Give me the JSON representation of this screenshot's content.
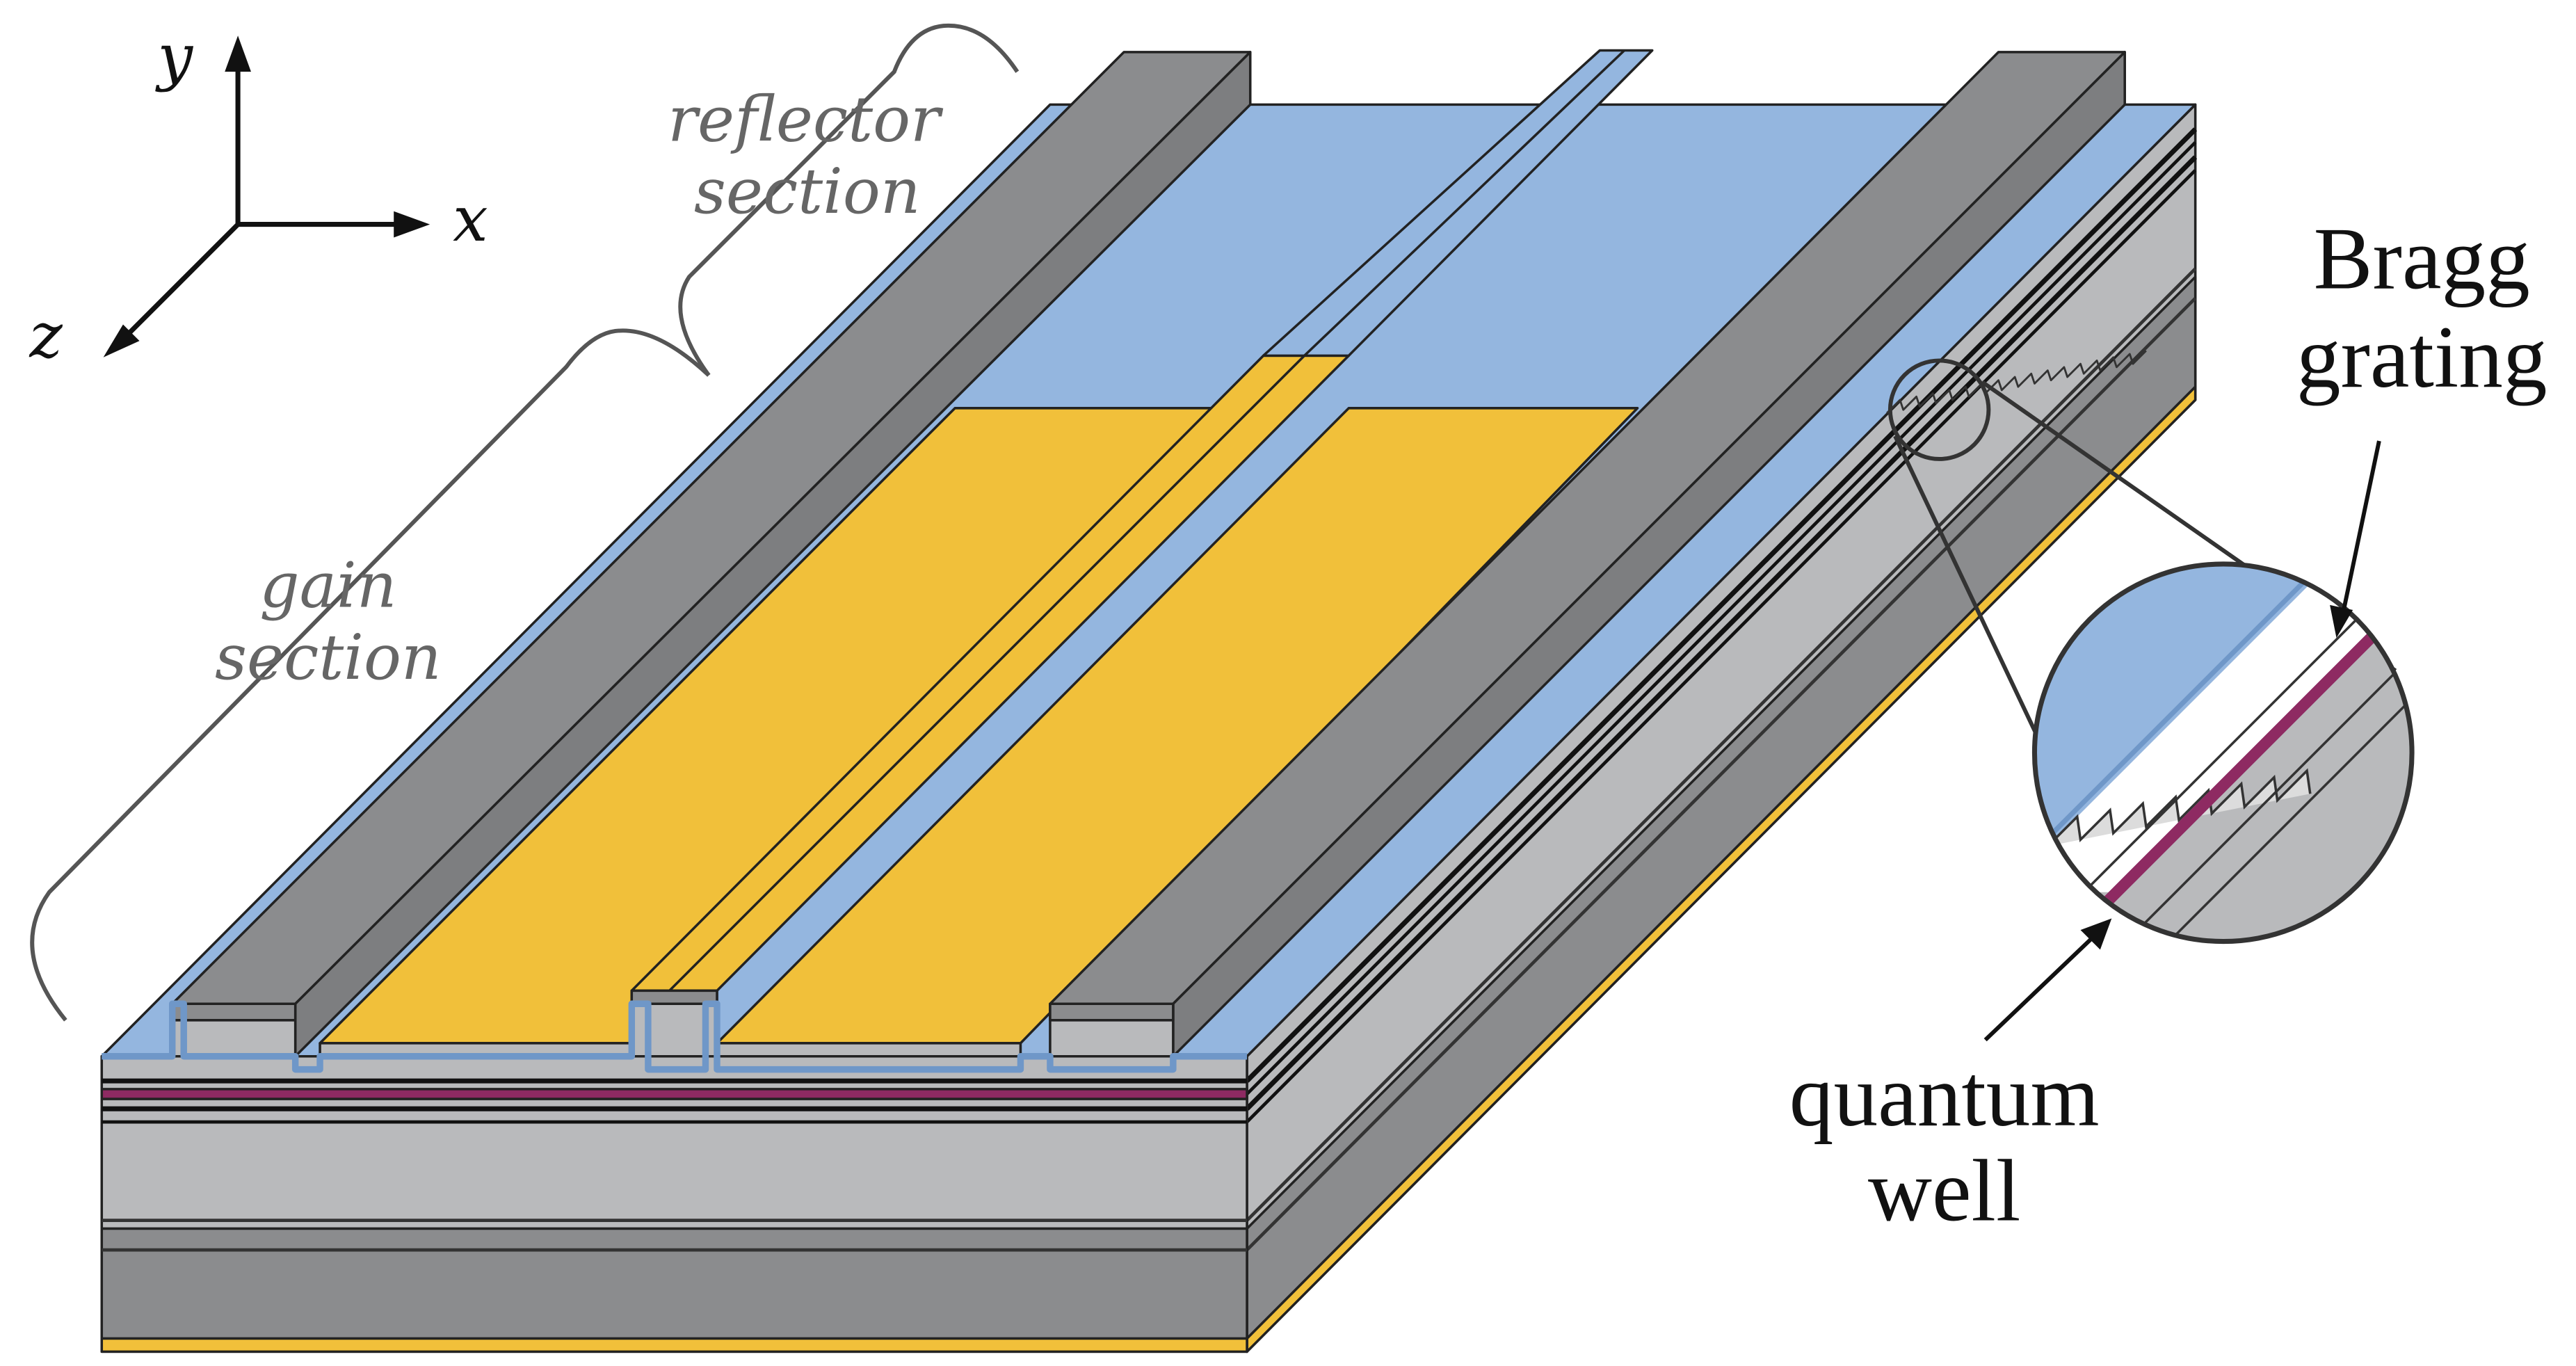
{
  "axes": {
    "y_label": "y",
    "x_label": "x",
    "z_label": "z"
  },
  "sections": {
    "reflector_line1": "reflector",
    "reflector_line2": "section",
    "gain_line1": "gain",
    "gain_line2": "section"
  },
  "callouts": {
    "bragg_line1": "Bragg",
    "bragg_line2": "grating",
    "qw_line1": "quantum",
    "qw_line2": "well"
  },
  "colors": {
    "blue": "#94b6df",
    "gold": "#f1c03a",
    "gray_dark": "#8b8c8e",
    "gray_light": "#b9babc",
    "quantum_well": "#8e2a62",
    "outline": "#222222"
  }
}
